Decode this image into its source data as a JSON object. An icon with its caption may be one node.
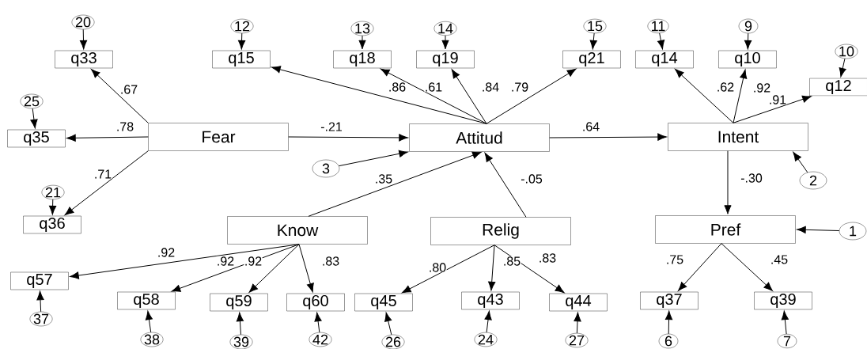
{
  "diagram": {
    "nodes": [
      {
        "text": [
          "20"
        ]
      },
      {
        "text": [
          "q33"
        ]
      },
      {
        "text": [
          "12"
        ]
      },
      {
        "text": [
          "q15"
        ]
      },
      {
        "text": [
          "13"
        ]
      },
      {
        "text": [
          "q18"
        ]
      },
      {
        "text": [
          "14"
        ]
      },
      {
        "text": [
          "q19"
        ]
      },
      {
        "text": [
          "15"
        ]
      },
      {
        "text": [
          "q21"
        ]
      },
      {
        "text": [
          "11"
        ]
      },
      {
        "text": [
          "q14"
        ]
      },
      {
        "text": [
          "9"
        ]
      },
      {
        "text": [
          "q10"
        ]
      },
      {
        "text": [
          "10"
        ]
      },
      {
        "text": [
          "q12"
        ]
      },
      {
        "text": [
          "25"
        ]
      },
      {
        "text": [
          "q35"
        ]
      },
      {
        "text": [
          "Fear"
        ]
      },
      {
        "text": [
          "Attitud"
        ]
      },
      {
        "text": [
          "Intent"
        ]
      },
      {
        "text": [
          "3"
        ]
      },
      {
        "text": [
          "2"
        ]
      },
      {
        "text": [
          "21"
        ]
      },
      {
        "text": [
          "q36"
        ]
      },
      {
        "text": [
          "Know"
        ]
      },
      {
        "text": [
          "Relig"
        ]
      },
      {
        "text": [
          "Pref"
        ]
      },
      {
        "text": [
          "1"
        ]
      },
      {
        "text": [
          "q57"
        ]
      },
      {
        "text": [
          "q58"
        ]
      },
      {
        "text": [
          "q59"
        ]
      },
      {
        "text": [
          "q60"
        ]
      },
      {
        "text": [
          "q45"
        ]
      },
      {
        "text": [
          "q43"
        ]
      },
      {
        "text": [
          "q44"
        ]
      },
      {
        "text": [
          "q37"
        ]
      },
      {
        "text": [
          "q39"
        ]
      },
      {
        "text": [
          "37"
        ]
      },
      {
        "text": [
          "38"
        ]
      },
      {
        "text": [
          "39"
        ]
      },
      {
        "text": [
          "42"
        ]
      },
      {
        "text": [
          "26"
        ]
      },
      {
        "text": [
          "24"
        ]
      },
      {
        "text": [
          "27"
        ]
      },
      {
        "text": [
          "6"
        ]
      },
      {
        "text": [
          "7"
        ]
      }
    ],
    "edges": [
      {
        "from": 0,
        "to": 1,
        "arrow": "to"
      },
      {
        "from": 2,
        "to": 3,
        "arrow": "to"
      },
      {
        "from": 4,
        "to": 5,
        "arrow": "to"
      },
      {
        "from": 6,
        "to": 7,
        "arrow": "to"
      },
      {
        "from": 8,
        "to": 9,
        "arrow": "to"
      },
      {
        "from": 10,
        "to": 11,
        "arrow": "to"
      },
      {
        "from": 12,
        "to": 13,
        "arrow": "to"
      },
      {
        "from": 14,
        "to": 15,
        "arrow": "to"
      },
      {
        "from": 16,
        "to": 17,
        "arrow": "to"
      },
      {
        "from": 23,
        "to": 24,
        "arrow": "to"
      },
      {
        "from": 38,
        "to": 29,
        "arrow": "to"
      },
      {
        "from": 39,
        "to": 30,
        "arrow": "to"
      },
      {
        "from": 40,
        "to": 31,
        "arrow": "to"
      },
      {
        "from": 41,
        "to": 32,
        "arrow": "to"
      },
      {
        "from": 42,
        "to": 33,
        "arrow": "to"
      },
      {
        "from": 43,
        "to": 34,
        "arrow": "to"
      },
      {
        "from": 44,
        "to": 35,
        "arrow": "to"
      },
      {
        "from": 45,
        "to": 36,
        "arrow": "to"
      },
      {
        "from": 46,
        "to": 37,
        "arrow": "to"
      },
      {
        "from": 21,
        "to": 19,
        "arrow": "to"
      },
      {
        "from": 22,
        "to": 20,
        "arrow": "to"
      },
      {
        "from": 28,
        "to": 27,
        "arrow": "to"
      },
      {
        "from": 18,
        "to": 19,
        "arrow": "to",
        "label": "-.21"
      },
      {
        "from": 19,
        "to": 20,
        "arrow": "to",
        "label": ".64"
      },
      {
        "from": 25,
        "to": 19,
        "arrow": "to",
        "label": ".35"
      },
      {
        "from": 26,
        "to": 19,
        "arrow": "to",
        "label": "-.05"
      },
      {
        "from": 20,
        "to": 27,
        "arrow": "to",
        "label": "-.30"
      },
      {
        "from": 18,
        "to": 1,
        "arrow": "to",
        "label": ".67"
      },
      {
        "from": 18,
        "to": 17,
        "arrow": "to",
        "label": ".78"
      },
      {
        "from": 18,
        "to": 24,
        "arrow": "to",
        "label": ".71"
      },
      {
        "from": 19,
        "to": 3,
        "arrow": "to",
        "label": ".86"
      },
      {
        "from": 19,
        "to": 5,
        "arrow": "to",
        "label": ".61"
      },
      {
        "from": 19,
        "to": 7,
        "arrow": "to",
        "label": ".84"
      },
      {
        "from": 19,
        "to": 9,
        "arrow": "to",
        "label": ".79"
      },
      {
        "from": 20,
        "to": 11,
        "arrow": "to",
        "label": ".62"
      },
      {
        "from": 20,
        "to": 13,
        "arrow": "to",
        "label": ".92"
      },
      {
        "from": 20,
        "to": 15,
        "arrow": "to",
        "label": ".91"
      },
      {
        "from": 25,
        "to": 29,
        "arrow": "to",
        "label": ".92"
      },
      {
        "from": 25,
        "to": 30,
        "arrow": "to",
        "label": ".92"
      },
      {
        "from": 25,
        "to": 31,
        "arrow": "to",
        "label": ".92"
      },
      {
        "from": 25,
        "to": 32,
        "arrow": "to",
        "label": ".83"
      },
      {
        "from": 26,
        "to": 33,
        "arrow": "to",
        "label": ".80"
      },
      {
        "from": 26,
        "to": 34,
        "arrow": "to",
        "label": ".85"
      },
      {
        "from": 26,
        "to": 35,
        "arrow": "to",
        "label": ".83"
      },
      {
        "from": 27,
        "to": 36,
        "arrow": "to",
        "label": ".75"
      },
      {
        "from": 27,
        "to": 37,
        "arrow": "to",
        "label": ".45"
      }
    ]
  }
}
